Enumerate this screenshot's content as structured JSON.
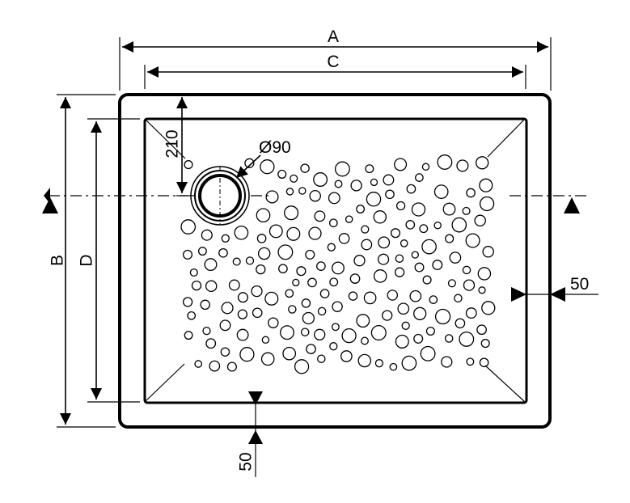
{
  "dimensions": {
    "a_label": "A",
    "b_label": "B",
    "c_label": "C",
    "d_label": "D",
    "drain_offset": "210",
    "drain_diameter": "Ø90",
    "side_margin": "50",
    "bottom_margin": "50"
  },
  "colors": {
    "line": "#000000",
    "background": "#ffffff"
  }
}
